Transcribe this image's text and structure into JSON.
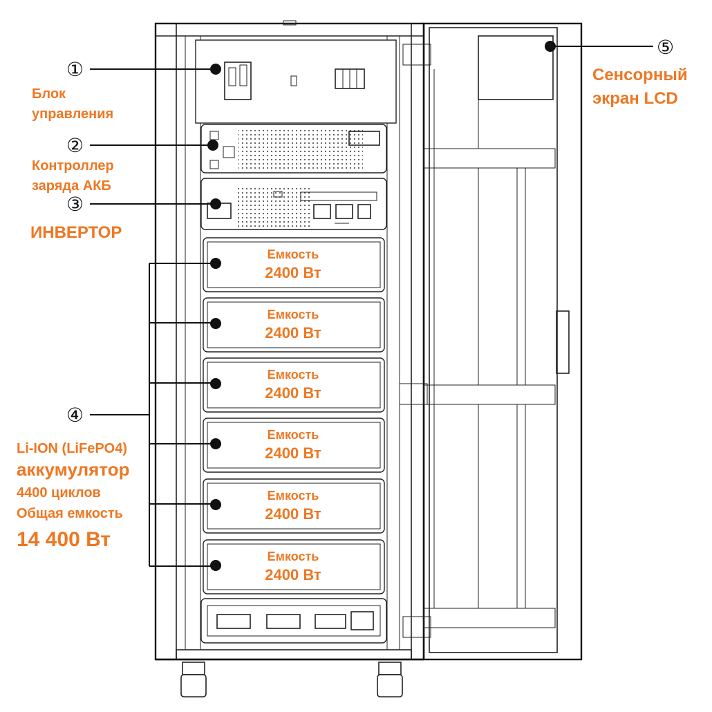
{
  "callouts": [
    {
      "num": "①",
      "lines": [
        "Блок",
        "управления"
      ]
    },
    {
      "num": "②",
      "lines": [
        "Контроллер",
        "заряда АКБ"
      ]
    },
    {
      "num": "③",
      "lines": [
        "ИНВЕРТОР"
      ]
    },
    {
      "num": "④",
      "lines": [
        "Li-ION (LiFePO4)",
        "аккумулятор",
        "4400 циклов",
        "Общая емкость",
        "14 400 Вт"
      ]
    },
    {
      "num": "⑤",
      "lines": [
        "Сенсорный",
        "экран LCD"
      ]
    }
  ],
  "battery_label": {
    "line1": "Емкость",
    "line2": "2400 Вт"
  },
  "battery_count": 6,
  "colors": {
    "accent": "#ee7722",
    "lines": "#111111"
  }
}
